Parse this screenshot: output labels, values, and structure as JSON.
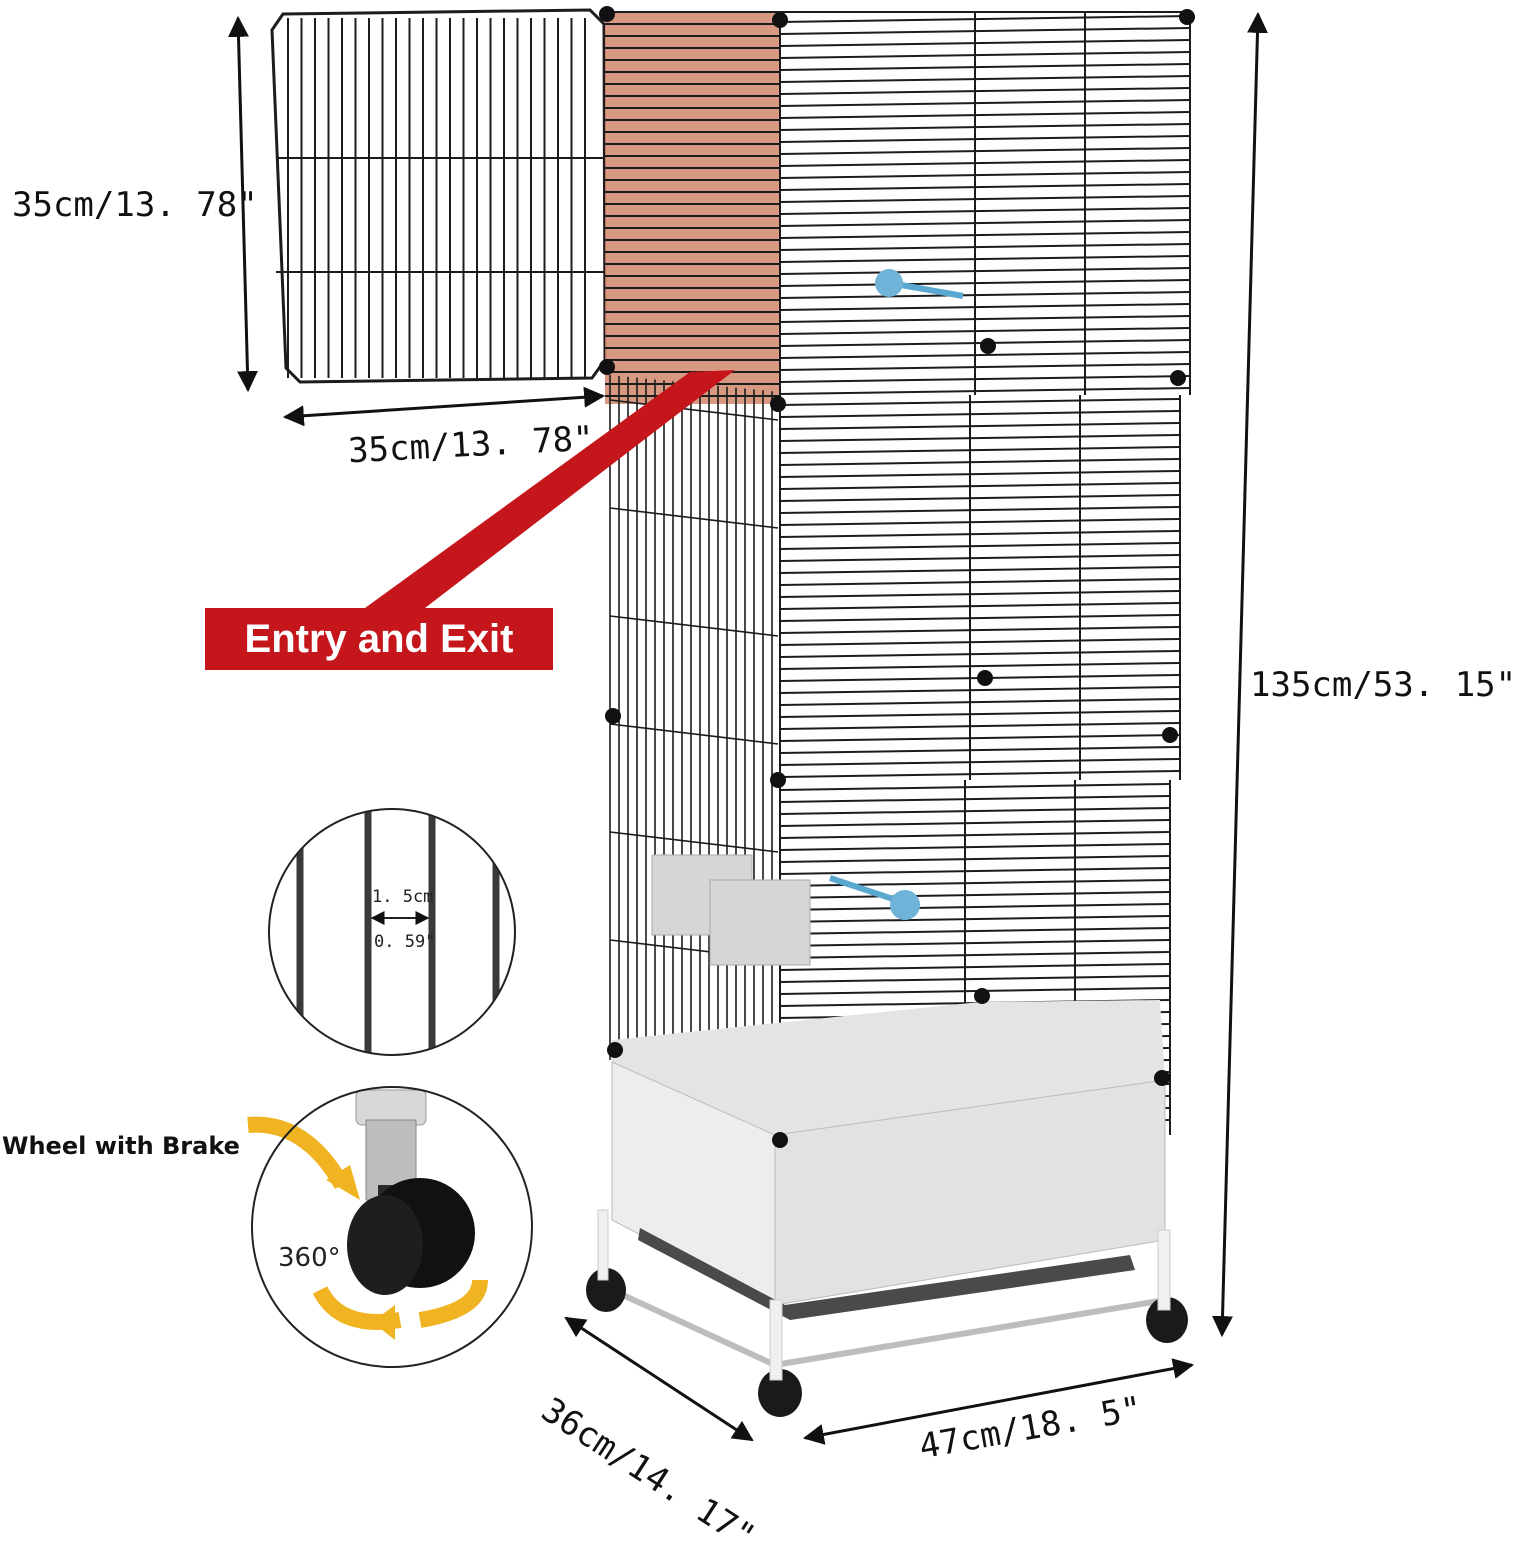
{
  "dimensions": {
    "panel_height": "35cm/13. 78\"",
    "panel_width": "35cm/13. 78\"",
    "total_height": "135cm/53. 15\"",
    "depth": "36cm/14. 17\"",
    "width": "47cm/18. 5\""
  },
  "callouts": {
    "entry_exit": "Entry and Exit",
    "wheel": "Wheel with Brake",
    "rotation": "360°"
  },
  "wire_gap": {
    "metric": "1. 5cm",
    "imperial": "0. 59\""
  },
  "colors": {
    "accent_red": "#c5161c",
    "door_highlight": "#d0876c",
    "wire": "#1c1c1c",
    "tray": "#ececec",
    "arrow_yellow": "#f0b422"
  }
}
